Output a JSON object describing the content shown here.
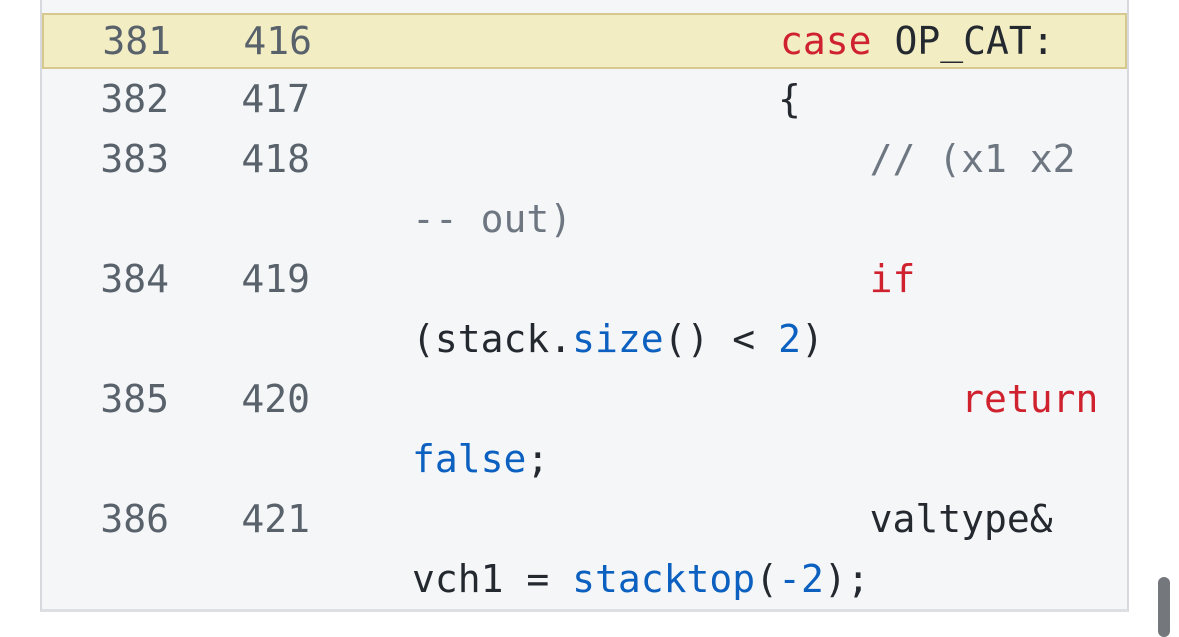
{
  "colors": {
    "row-bg": "#f4f6f8",
    "frame-border": "#d6d9dd",
    "bottom-border": "#dce0e4",
    "highlight-bg": "#f2edc3",
    "highlight-border": "#d7c88d",
    "lnum-fg": "#59626b",
    "code-fg": "#24292f",
    "keyword": "#cf222e",
    "entity": "#0c60c0",
    "comment": "#6e7781",
    "scrollbar": "#74777b"
  },
  "diff": {
    "rows": [
      {
        "old": "381",
        "new": "416",
        "highlighted": true,
        "segments": [
          {
            "kind": "plain",
            "text": "                "
          },
          {
            "kind": "keyword",
            "text": "case"
          },
          {
            "kind": "plain",
            "text": " OP_CAT:"
          }
        ]
      },
      {
        "old": "382",
        "new": "417",
        "highlighted": false,
        "segments": [
          {
            "kind": "plain",
            "text": "                {"
          }
        ]
      },
      {
        "old": "383",
        "new": "418",
        "highlighted": false,
        "segments": [
          {
            "kind": "comment",
            "text": "                    // (x1 x2 -- out)"
          }
        ]
      },
      {
        "old": "384",
        "new": "419",
        "highlighted": false,
        "segments": [
          {
            "kind": "plain",
            "text": "                    "
          },
          {
            "kind": "keyword",
            "text": "if"
          },
          {
            "kind": "plain",
            "text": " (stack."
          },
          {
            "kind": "entity",
            "text": "size"
          },
          {
            "kind": "plain",
            "text": "() < "
          },
          {
            "kind": "entity",
            "text": "2"
          },
          {
            "kind": "plain",
            "text": ")"
          }
        ]
      },
      {
        "old": "385",
        "new": "420",
        "highlighted": false,
        "segments": [
          {
            "kind": "plain",
            "text": "                        "
          },
          {
            "kind": "keyword",
            "text": "return"
          },
          {
            "kind": "plain",
            "text": " "
          },
          {
            "kind": "entity",
            "text": "false"
          },
          {
            "kind": "plain",
            "text": ";"
          }
        ]
      },
      {
        "old": "386",
        "new": "421",
        "highlighted": false,
        "segments": [
          {
            "kind": "plain",
            "text": "                    valtype& vch1 = "
          },
          {
            "kind": "entity",
            "text": "stacktop"
          },
          {
            "kind": "plain",
            "text": "("
          },
          {
            "kind": "entity",
            "text": "-2"
          },
          {
            "kind": "plain",
            "text": ");"
          }
        ]
      }
    ]
  }
}
